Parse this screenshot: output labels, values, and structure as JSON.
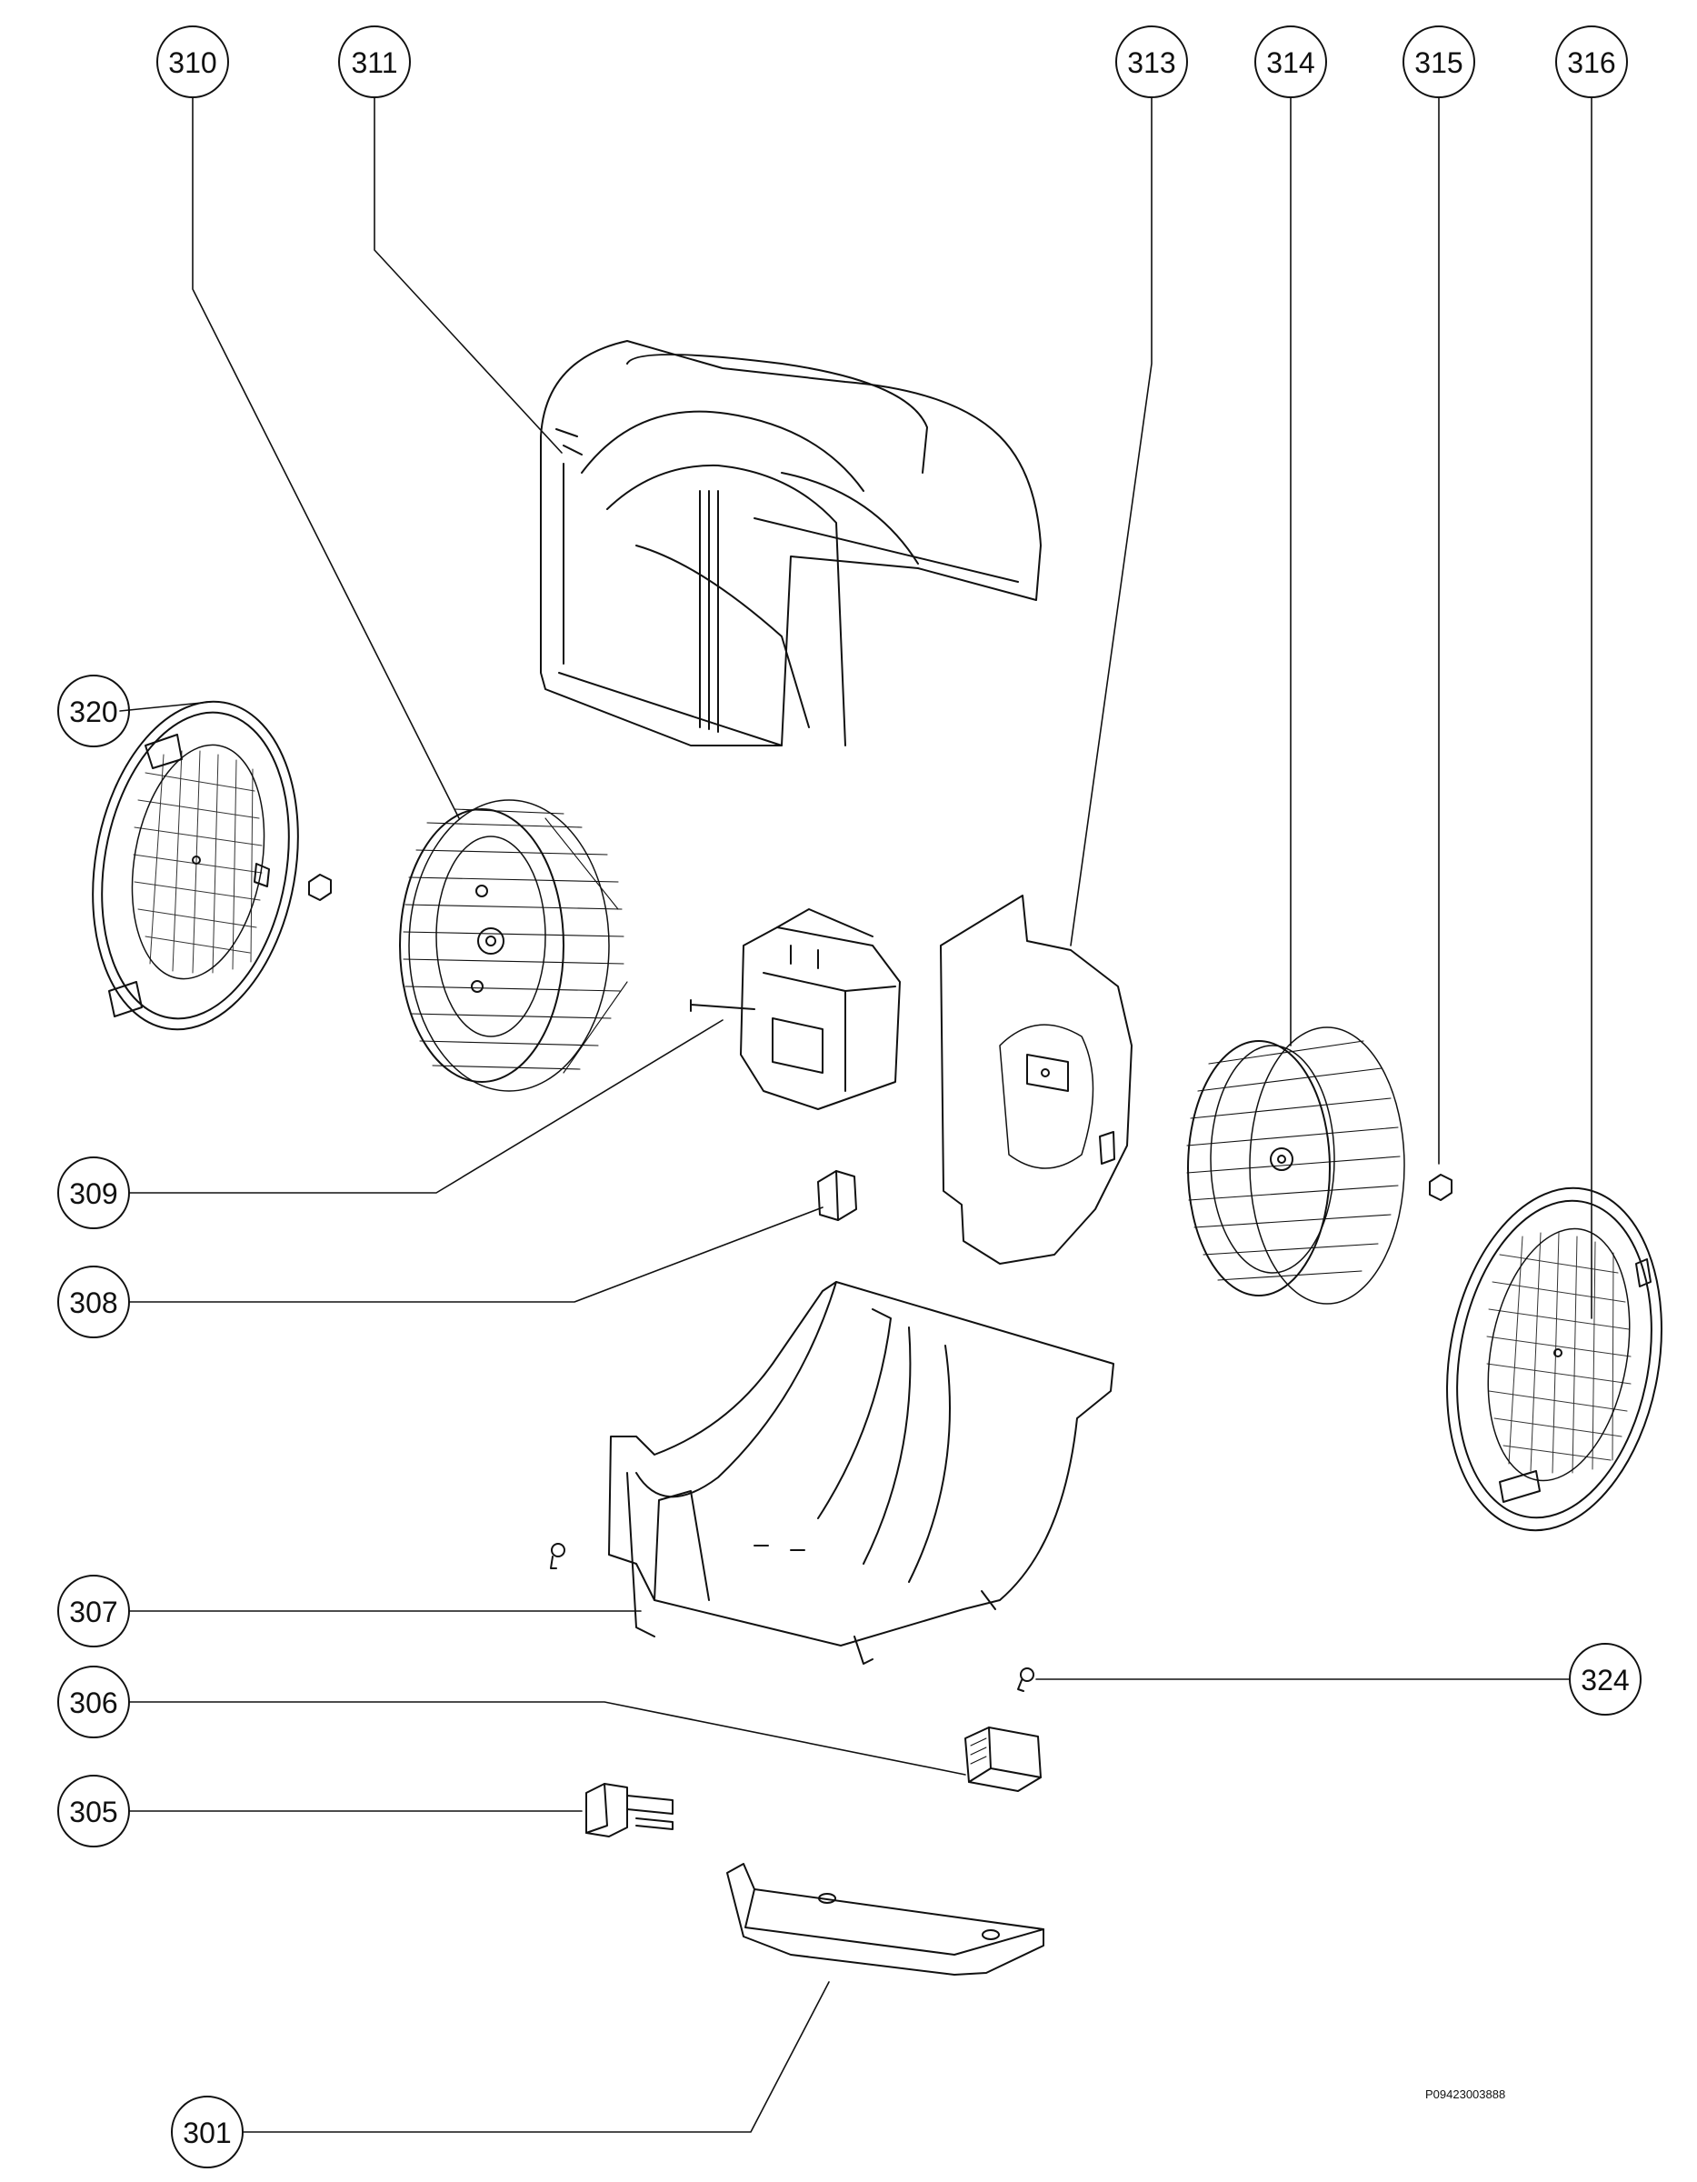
{
  "diagram": {
    "type": "exploded-parts-view",
    "document_number": "P09423003888",
    "callouts": [
      {
        "id": "301",
        "label": "301"
      },
      {
        "id": "305",
        "label": "305"
      },
      {
        "id": "306",
        "label": "306"
      },
      {
        "id": "307",
        "label": "307"
      },
      {
        "id": "308",
        "label": "308"
      },
      {
        "id": "309",
        "label": "309"
      },
      {
        "id": "310",
        "label": "310"
      },
      {
        "id": "311",
        "label": "311"
      },
      {
        "id": "313",
        "label": "313"
      },
      {
        "id": "314",
        "label": "314"
      },
      {
        "id": "315",
        "label": "315"
      },
      {
        "id": "316",
        "label": "316"
      },
      {
        "id": "320",
        "label": "320"
      },
      {
        "id": "324",
        "label": "324"
      }
    ],
    "colors": {
      "line": "#111111",
      "background": "#ffffff"
    }
  }
}
